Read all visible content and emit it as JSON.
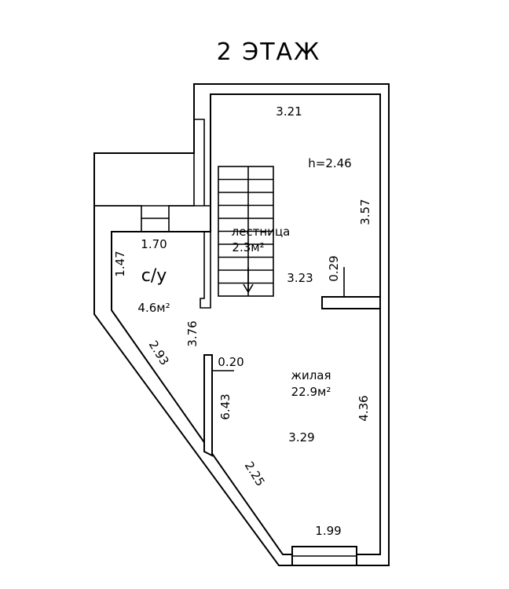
{
  "title": "2 ЭТАЖ",
  "rooms": {
    "stair": {
      "name": "лестница",
      "area": "2.3м²"
    },
    "bath": {
      "name": "с/у",
      "area": "4.6м²"
    },
    "living": {
      "name": "жилая",
      "area": "22.9м²"
    }
  },
  "height": "h=2.46",
  "dimensions": {
    "top_width": "3.21",
    "right_upper": "3.57",
    "stair_lower": "3.23",
    "partition_right": "0.29",
    "bath_top": "1.70",
    "bath_left": "1.47",
    "bath_partition": "3.76",
    "diagonal_upper": "2.93",
    "partition_stub": "0.20",
    "inner_wall": "6.43",
    "living_middle": "3.29",
    "right_lower": "4.36",
    "diagonal_lower": "2.25",
    "bottom_width": "1.99"
  },
  "colors": {
    "ink": "#000000",
    "paper": "#ffffff"
  }
}
